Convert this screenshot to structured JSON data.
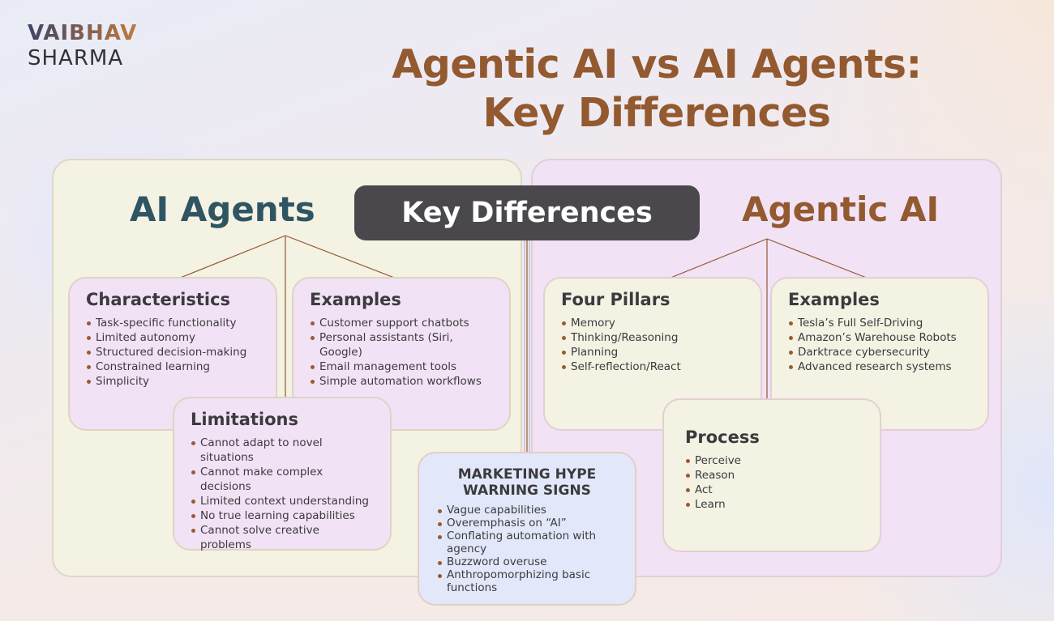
{
  "brand": {
    "line1": "VAIBHAV",
    "line2": "SHARMA"
  },
  "title": {
    "line1": "Agentic AI vs AI Agents:",
    "line2": "Key Differences"
  },
  "center_badge": "Key Differences",
  "colors": {
    "title": "#93592f",
    "ai_agents_heading": "#2f5563",
    "agentic_heading": "#93592f",
    "badge_bg": "#4a484c",
    "arrow": "#93592f",
    "bullet": "#9a5a30"
  },
  "ai_agents": {
    "heading": "AI Agents",
    "characteristics": {
      "title": "Characteristics",
      "items": [
        "Task-specific functionality",
        "Limited autonomy",
        "Structured decision-making",
        "Constrained learning",
        "Simplicity"
      ]
    },
    "examples": {
      "title": "Examples",
      "items": [
        "Customer support chatbots",
        "Personal assistants (Siri, Google)",
        "Email management tools",
        "Simple automation workflows"
      ]
    },
    "limitations": {
      "title": "Limitations",
      "items": [
        "Cannot adapt to novel situations",
        "Cannot make complex decisions",
        "Limited context understanding",
        "No true learning capabilities",
        "Cannot solve creative problems"
      ]
    }
  },
  "agentic_ai": {
    "heading": "Agentic AI",
    "four_pillars": {
      "title": "Four Pillars",
      "items": [
        "Memory",
        "Thinking/Reasoning",
        "Planning",
        "Self-reflection/React"
      ]
    },
    "examples": {
      "title": "Examples",
      "items": [
        "Tesla’s Full Self-Driving",
        "Amazon’s Warehouse Robots",
        "Darktrace cybersecurity",
        "Advanced research systems"
      ]
    },
    "process": {
      "title": "Process",
      "items": [
        "Perceive",
        "Reason",
        "Act",
        "Learn"
      ]
    }
  },
  "marketing_hype": {
    "title_line1": "MARKETING HYPE",
    "title_line2": "WARNING SIGNS",
    "items": [
      "Vague capabilities",
      "Overemphasis on “AI”",
      "Conflating automation with agency",
      "Buzzword overuse",
      "Anthropomorphizing basic functions"
    ]
  }
}
